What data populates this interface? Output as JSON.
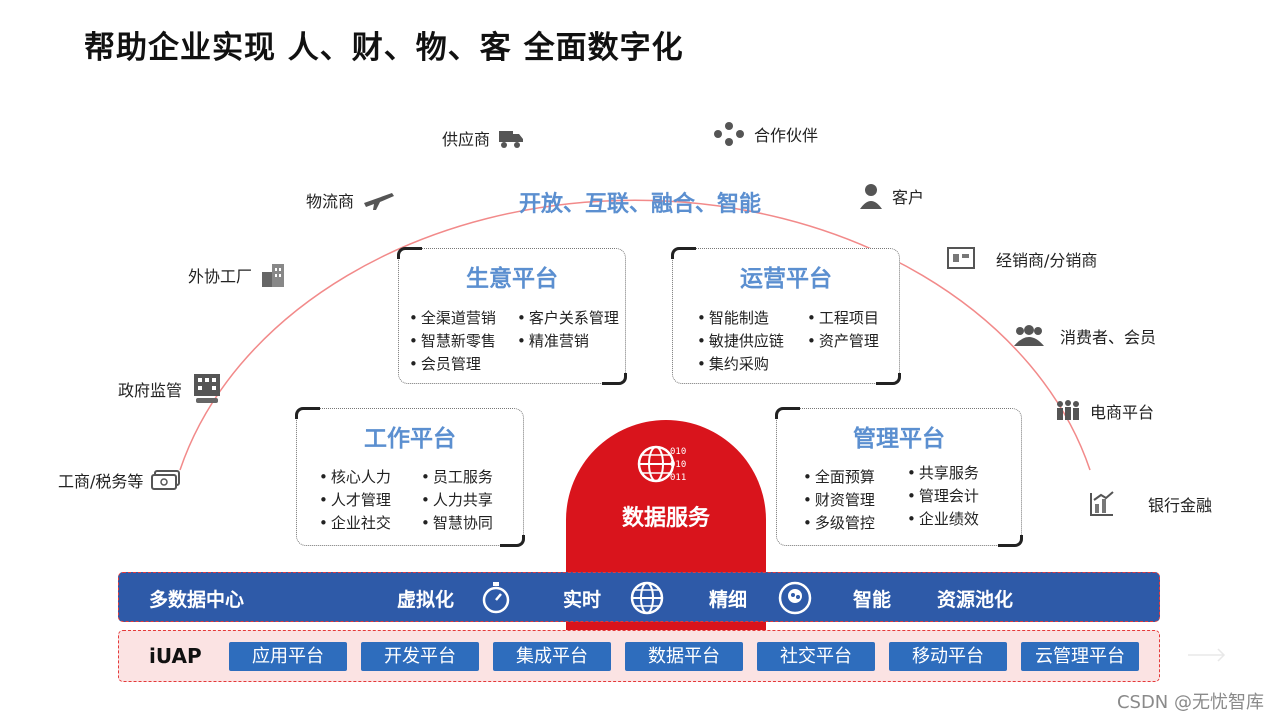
{
  "title": "帮助企业实现 人、财、物、客  全面数字化",
  "slogan": "开放、互联、融合、智能",
  "stakeholders_left": [
    "供应商",
    "物流商",
    "外协工厂",
    "政府监管",
    "工商/税务等"
  ],
  "stakeholders_right": [
    "合作伙伴",
    "客户",
    "经销商/分销商",
    "消费者、会员",
    "电商平台",
    "银行金融"
  ],
  "icons": {
    "supplier": "truck-icon",
    "logistics": "plane-icon",
    "factory": "factory-icon",
    "government": "building-icon",
    "tax": "money-icon",
    "partner": "people-circle-icon",
    "customer": "person-icon",
    "dealer": "store-icon",
    "consumer": "group-icon",
    "ecommerce": "crowd-icon",
    "bank": "chart-icon",
    "data": "globe-data-icon",
    "realtime": "stopwatch-icon",
    "precise": "globe-icon",
    "smart": "brain-icon"
  },
  "panels": {
    "business": {
      "title": "生意平台",
      "col1": [
        "全渠道营销",
        "智慧新零售",
        "会员管理"
      ],
      "col2": [
        "客户关系管理",
        "精准营销"
      ]
    },
    "operation": {
      "title": "运营平台",
      "col1": [
        "智能制造",
        "敏捷供应链",
        "集约采购"
      ],
      "col2": [
        "工程项目",
        "资产管理"
      ]
    },
    "work": {
      "title": "工作平台",
      "col1": [
        "核心人力",
        "人才管理",
        "企业社交"
      ],
      "col2": [
        "员工服务",
        "人力共享",
        "智慧协同"
      ]
    },
    "management": {
      "title": "管理平台",
      "col1": [
        "全面预算",
        "财资管理",
        "多级管控"
      ],
      "col2": [
        "共享服务",
        "管理会计",
        "企业绩效"
      ]
    }
  },
  "data_service": {
    "label": "数据服务"
  },
  "bar1": {
    "label": "多数据中心",
    "items": [
      "虚拟化",
      "实时",
      "精细",
      "智能",
      "资源池化"
    ]
  },
  "bar2": {
    "label": "iUAP",
    "chips": [
      "应用平台",
      "开发平台",
      "集成平台",
      "数据平台",
      "社交平台",
      "移动平台",
      "云管理平台"
    ]
  },
  "watermark": "CSDN @无忧智库",
  "colors": {
    "accent_blue": "#5b8fd0",
    "bar_blue": "#2e5aa8",
    "chip_blue": "#2e6dbd",
    "red": "#d9141c",
    "pink": "#fbe3e3"
  }
}
